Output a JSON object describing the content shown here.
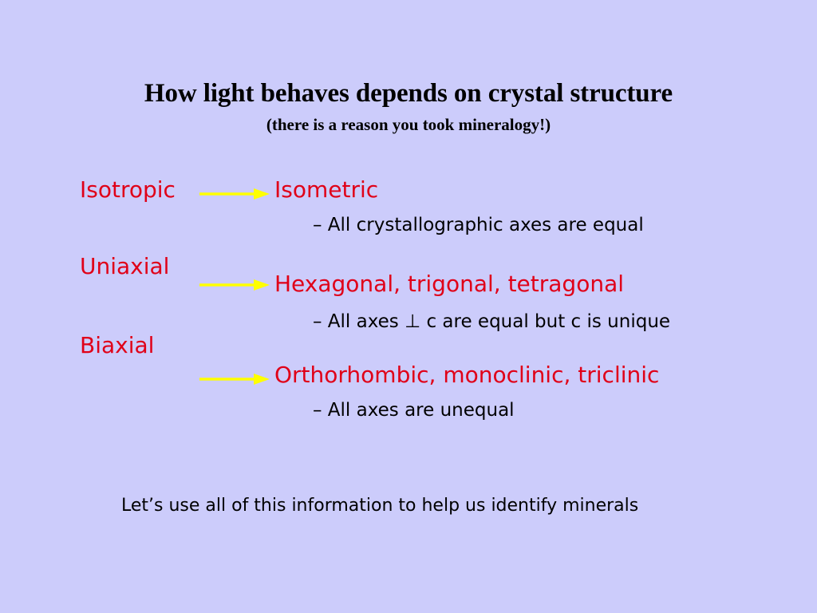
{
  "slide": {
    "background_color": "#ccccfb",
    "title": {
      "main": "How light behaves depends on crystal structure",
      "subtitle": "(there is a reason you took mineralogy!)"
    },
    "colors": {
      "heading_red": "#e00018",
      "arrow_yellow": "#ffff00",
      "body_black": "#000000",
      "background": "#ccccfb"
    },
    "optic_classes": [
      {
        "label": "Isotropic"
      },
      {
        "label": "Uniaxial"
      },
      {
        "label": "Biaxial"
      }
    ],
    "arrows": [
      {
        "name": "arrow-isotropic-to-isometric"
      },
      {
        "name": "arrow-uniaxial-to-hexagonal"
      },
      {
        "name": "arrow-biaxial-to-orthorhombic"
      }
    ],
    "crystal_systems": [
      {
        "heading": "Isometric",
        "detail": "– All crystallographic axes are equal"
      },
      {
        "heading": "Hexagonal, trigonal, tetragonal",
        "detail_before": "– All axes ",
        "detail_symbol": "⊥",
        "detail_after": " c are equal but c is unique"
      },
      {
        "heading": "Orthorhombic, monoclinic, triclinic",
        "detail": "–  All axes are unequal"
      }
    ],
    "footer": "Let’s use all of this information to help us identify minerals"
  }
}
